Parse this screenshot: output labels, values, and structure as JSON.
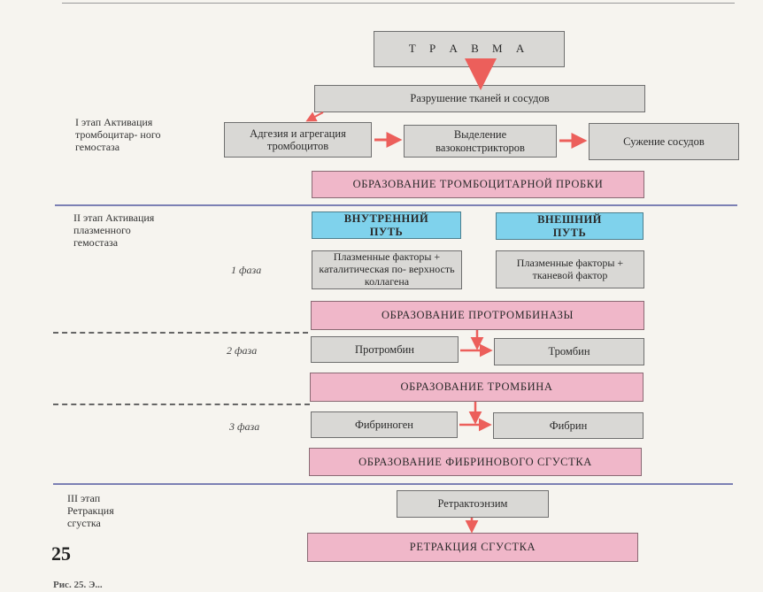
{
  "colors": {
    "box_grey": "#d9d8d5",
    "box_pink": "#f0b7c9",
    "box_blue": "#7fd2ec",
    "arrow": "#ec5f5b",
    "divider": "#7c80b4"
  },
  "boxes": {
    "trauma": "Т Р А В М А",
    "tissue_destruction": "Разрушение тканей и сосудов",
    "adhesion": "Адгезия и агрегация тромбоцитов",
    "vasoconstrictors": "Выделение вазоконстрикторов",
    "vessel_narrowing": "Сужение сосудов",
    "platelet_plug": "ОБРАЗОВАНИЕ ТРОМБОЦИТАРНОЙ ПРОБКИ",
    "internal_path": "ВНУТРЕННИЙ ПУТЬ",
    "external_path": "ВНЕШНИЙ ПУТЬ",
    "internal_factors": "Плазменные факторы + каталитическая по- верхность коллагена",
    "external_factors": "Плазменные факторы + тканевой фактор",
    "prothrombinase": "ОБРАЗОВАНИЕ ПРОТРОМБИНАЗЫ",
    "prothrombin": "Протромбин",
    "thrombin": "Тромбин",
    "thrombin_formation": "ОБРАЗОВАНИЕ ТРОМБИНА",
    "fibrinogen": "Фибриноген",
    "fibrin": "Фибрин",
    "fibrin_clot": "ОБРАЗОВАНИЕ ФИБРИНОВОГО СГУСТКА",
    "retractoenzyme": "Ретрактоэнзим",
    "clot_retraction": "РЕТРАКЦИЯ СГУСТКА"
  },
  "stages": {
    "stage1": "I этап Активация тромбоцитар- ного гемостаза",
    "stage2": "II этап Активация плазменного гемостаза",
    "stage3": "III этап Ретракция сгустка"
  },
  "phases": {
    "phase1": "1 фаза",
    "phase2": "2 фаза",
    "phase3": "3 фаза"
  },
  "page_number": "25",
  "caption": "Рис. 25. Э..."
}
